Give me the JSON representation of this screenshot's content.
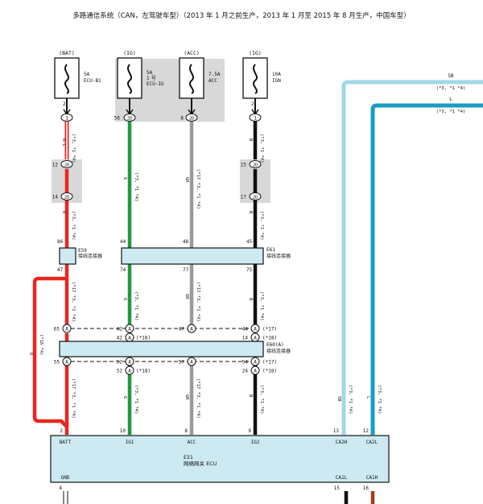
{
  "title": "多路通信系统（CAN，左驾驶车型）（2013 年 1 月之前生产，2013 年 1 月至 2015 年 8 月生产，中国车型）",
  "colors": {
    "red": "#e8261e",
    "green": "#1f9a3f",
    "gray": "#9a9a9a",
    "black": "#111111",
    "light_blue": "#9fd8e8",
    "blue": "#1a9cc4",
    "connector_fill": "#cdeaf3",
    "fuse_bg": "#d8d8d8",
    "brown": "#a0401c"
  },
  "fuses": [
    {
      "id": "bat",
      "source": "(BAT)",
      "rating": "5A",
      "name": "ECU-B1",
      "pin_top": "2",
      "pin_bottom": "1"
    },
    {
      "id": "ig1",
      "source": "(IG)",
      "rating": "5A",
      "name1": "1 号",
      "name2": "ECU-IG",
      "pin": "56",
      "box": "2D"
    },
    {
      "id": "acc",
      "source": "(ACC)",
      "rating": "7.5A",
      "name": "ACC",
      "pin": "8",
      "box": "2D"
    },
    {
      "id": "ig2",
      "source": "(IG)",
      "rating": "10A",
      "name": "IGN",
      "pin_top": "2",
      "pin_bottom": "1"
    }
  ],
  "junctions": {
    "bat": {
      "label": "2D",
      "top_pin": "12",
      "bottom_pin": "14"
    },
    "ig2": {
      "label": "2D",
      "top_pin": "15",
      "bottom_pin": "17"
    },
    "circle_pin": "1",
    "fuse_box_label": "2D"
  },
  "connectors": {
    "e59": {
      "id": "E59",
      "desc": "接线连接器",
      "pin_in": "86",
      "pin_out": "47"
    },
    "e61": {
      "id": "E61",
      "desc": "接线连接器",
      "pins_in": [
        "44",
        "48",
        "45"
      ],
      "pins_out": [
        "74",
        "77",
        "75"
      ]
    },
    "e60": {
      "id": "E60(A)",
      "desc": "接线连接器",
      "pin_letter": "A",
      "row1_pins": [
        "65",
        "42",
        "47",
        "44"
      ],
      "row1_notes": [
        "(*17)"
      ],
      "row2_pins": [
        "42",
        "14"
      ],
      "row2_notes": [
        "(*18)",
        "(*18)"
      ],
      "row3_pins": [
        "55",
        "52",
        "57",
        "54"
      ],
      "row3_notes": [
        "(*17)"
      ],
      "row4_pins": [
        "52",
        "24"
      ],
      "row4_notes": [
        "(*18)",
        "(*18)"
      ]
    }
  },
  "ecu": {
    "id": "E31",
    "name": "网络网关 ECU",
    "top_pins": [
      {
        "label": "BATT",
        "num": "2"
      },
      {
        "label": "IG1",
        "num": "10"
      },
      {
        "label": "ACC",
        "num": "8"
      },
      {
        "label": "IG2",
        "num": "9"
      },
      {
        "label": "CA2H",
        "num": "13"
      },
      {
        "label": "CA2L",
        "num": "12"
      }
    ],
    "bottom_pins": [
      {
        "label": "GND",
        "num": "4"
      },
      {
        "label": "CA1L",
        "num": "15"
      },
      {
        "label": "CA1H",
        "num": "16"
      }
    ]
  },
  "wire_labels": {
    "bat_upper": "R-L",
    "bat_upper_note": "(*3, *1 *4)",
    "bat_mid": "R",
    "bat_mid_note": "(*3, *1 *4)",
    "bat_low_note": "(*17 *3, *1 *4)",
    "bat_loop": "R",
    "bat_loop_note": "(*18 *4)",
    "bat_bottom_note": "(*17 *3, *1 *4)",
    "ig1_label": "G",
    "ig1_note": "(*3, *1 *4)",
    "acc_label": "GR",
    "acc_note": "(*17 *3, *1 *4)",
    "ig2_label": "B",
    "ig2_note": "(*3, *1 *4)",
    "can_sb_label": "SB",
    "can_sb_note": "(*3, *1 *4)",
    "can_l_label": "L",
    "can_l_note": "(*3, *1 *4)"
  }
}
